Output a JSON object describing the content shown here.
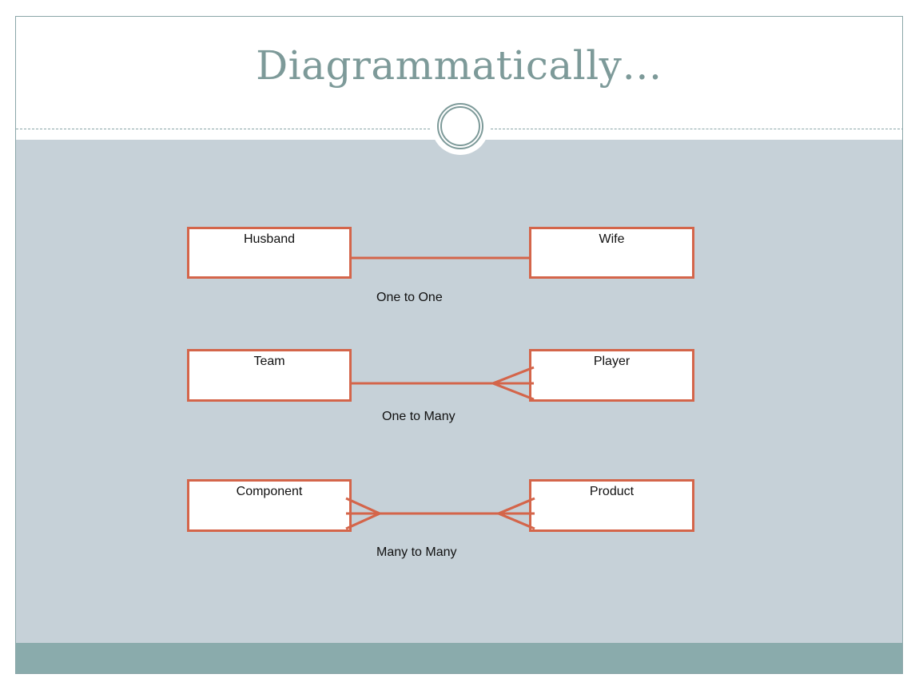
{
  "slide": {
    "title": "Diagrammatically…"
  },
  "colors": {
    "title": "#7d9a99",
    "content_background": "#c6d1d8",
    "footer": "#8aabac",
    "entity_border": "#d4654a",
    "connector": "#d4654a"
  },
  "diagram": {
    "relationships": [
      {
        "left_entity": "Husband",
        "right_entity": "Wife",
        "label": "One to One",
        "left_end": "one",
        "right_end": "one"
      },
      {
        "left_entity": "Team",
        "right_entity": "Player",
        "label": "One to Many",
        "left_end": "one",
        "right_end": "many"
      },
      {
        "left_entity": "Component",
        "right_entity": "Product",
        "label": "Many to Many",
        "left_end": "many",
        "right_end": "many"
      }
    ]
  }
}
